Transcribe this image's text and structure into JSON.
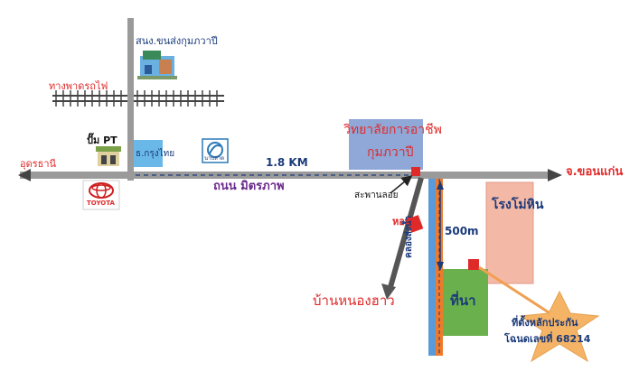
{
  "labels": {
    "bus_terminal": "สนง.ขนส่งกุมภวาปี",
    "railroad": "ทางพาดรถไฟ",
    "pump": "ปั๊ม PT",
    "bank_ktb": "ธ.กรุงไทย",
    "bank_icon": "นาบสาด",
    "udon": "อุดรธานี",
    "toyota": "TOYOTA",
    "distance": "1.8 KM",
    "road": "ถนน มิตรภาพ",
    "college_line1": "วิทยาลัยการอาชีพ",
    "college_line2": "กุมภวาปี",
    "khonkaen": "จ.ขอนแก่น",
    "bridge": "สะพานลอย",
    "dorm": "หอพัก",
    "canal": "คลองส่งน้ำ",
    "distance_500": "500m",
    "movie_theater": "โรงโม่หิน",
    "village": "บ้านหนองฮาว",
    "field": "ที่นา",
    "plot_line1": "ที่ตั้งหลักประกัน",
    "plot_line2": "โฉนดเลขที่ 68214"
  },
  "colors": {
    "road": "#9a9a9a",
    "label_red": "#e02a2a",
    "label_purple": "#6a2a8a",
    "label_navy": "#1a3a7a",
    "college_box": "#8fa8d8",
    "field": "#6ab04c",
    "theater": "#f4b8a6",
    "star": "#f5b365",
    "canal_blue": "#5a9ad8",
    "canal_orange": "#f07a2a",
    "marker": "#e02a2a"
  }
}
